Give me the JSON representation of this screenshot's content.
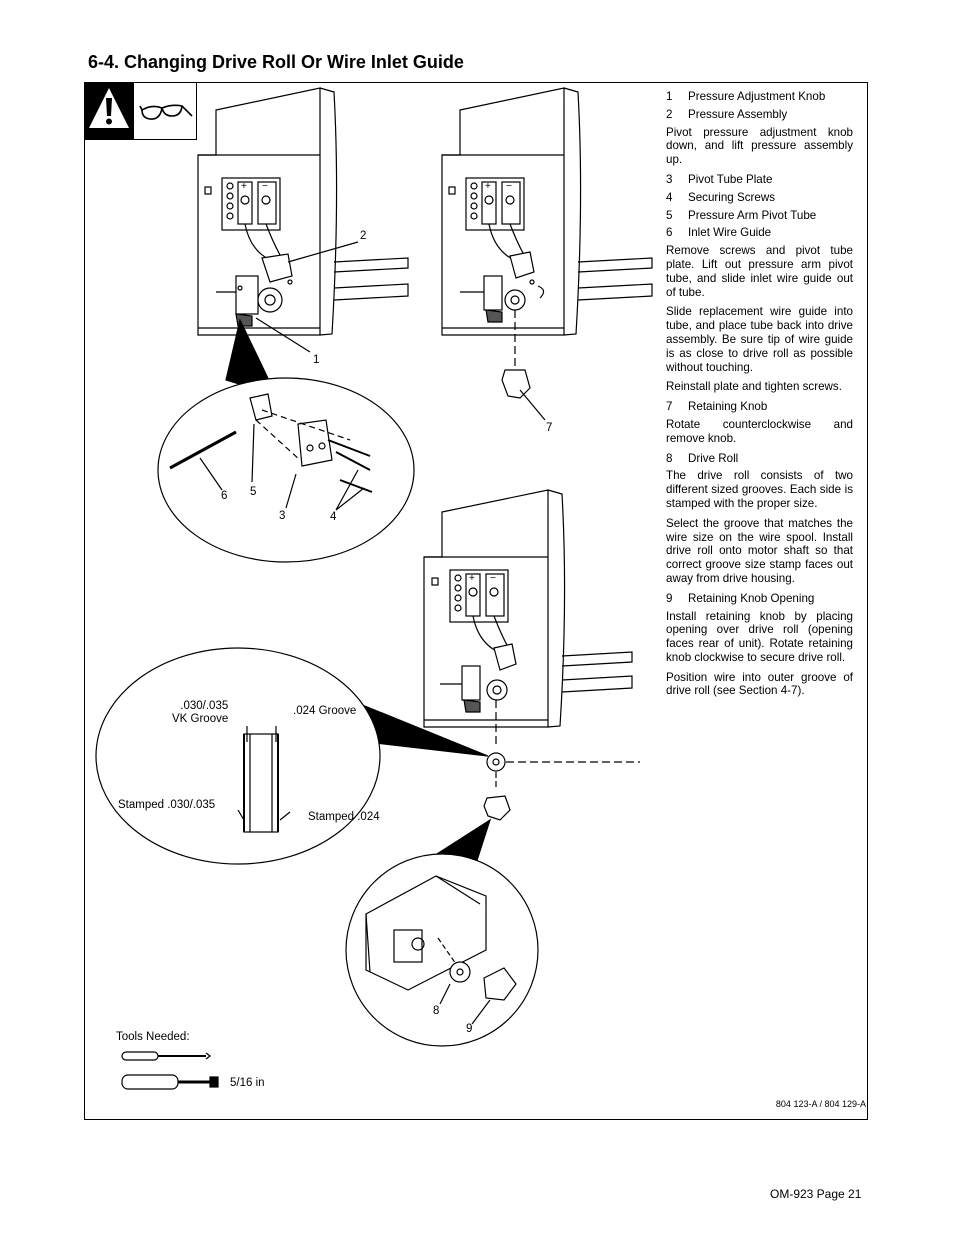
{
  "section_title": "6-4.   Changing Drive Roll Or Wire Inlet Guide",
  "instructions": [
    {
      "num": "1",
      "label": "Pressure Adjustment Knob"
    },
    {
      "num": "2",
      "label": "Pressure Assembly"
    },
    {
      "para": "Pivot pressure adjustment knob down, and lift pressure assembly up."
    },
    {
      "num": "3",
      "label": "Pivot Tube Plate"
    },
    {
      "num": "4",
      "label": "Securing Screws"
    },
    {
      "num": "5",
      "label": "Pressure Arm Pivot Tube"
    },
    {
      "num": "6",
      "label": "Inlet Wire Guide"
    },
    {
      "para": "Remove screws and pivot tube plate. Lift out pressure arm pivot tube, and slide inlet wire guide out of tube."
    },
    {
      "para": "Slide replacement wire guide into tube, and place tube back into drive assembly. Be sure tip of wire guide is as close to drive roll as possible without touching."
    },
    {
      "para": "Reinstall plate and tighten screws."
    },
    {
      "num": "7",
      "label": "Retaining Knob"
    },
    {
      "para": "Rotate counterclockwise and remove knob."
    },
    {
      "num": "8",
      "label": "Drive Roll"
    },
    {
      "para": "The drive roll consists of two different sized grooves. Each side is stamped with the proper size."
    },
    {
      "para": "Select the groove that matches the wire size on the wire spool. Install drive roll onto motor shaft so that correct groove size stamp faces out away from drive housing."
    },
    {
      "num": "9",
      "label": "Retaining Knob Opening"
    },
    {
      "para": "Install retaining knob by placing opening over drive roll (opening faces rear of unit). Rotate retaining knob clockwise to secure drive roll."
    },
    {
      "para": "Position wire into outer groove of drive roll (see Section 4-7)."
    }
  ],
  "diagram_callouts": [
    "1",
    "2",
    "3",
    "4",
    "5",
    "6",
    "7",
    "8",
    "9"
  ],
  "groove_labels": {
    "vk_groove_line1": ".030/.035",
    "vk_groove_line2": "VK Groove",
    "groove_024": ".024 Groove",
    "stamped_030": "Stamped .030/.035",
    "stamped_024": "Stamped .024"
  },
  "plus_sign": "+",
  "minus_sign": "−",
  "tools": {
    "heading": "Tools Needed:",
    "wrench_size": "5/16 in"
  },
  "drawing_ref": "804 123-A / 804 129-A",
  "page_footer": "OM-923 Page 21"
}
